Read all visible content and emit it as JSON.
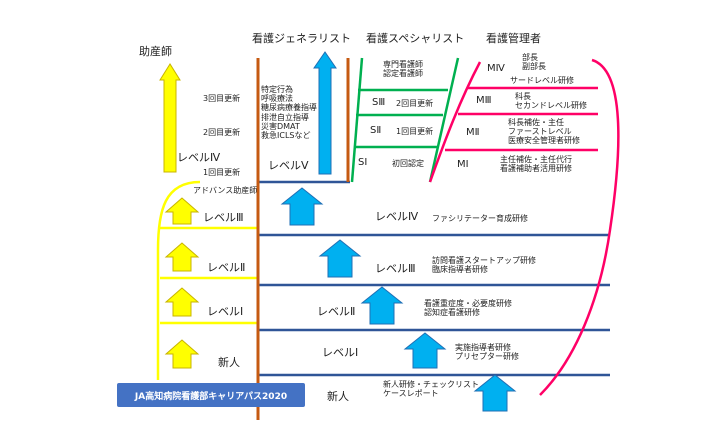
{
  "headers": {
    "midwife": "助産師",
    "generalist": "看護ジェネラリスト",
    "specialist": "看護スペシャリスト",
    "manager": "看護管理者"
  },
  "midwife": {
    "renewal_3": "3回目更新",
    "renewal_2": "2回目更新",
    "renewal_1": "1回目更新",
    "level4": "レベルⅣ",
    "advanced": "アドバンス助産師",
    "level3": "レベルⅢ",
    "level2": "レベルⅡ",
    "level1": "レベルⅠ",
    "new": "新人"
  },
  "generalist": {
    "skills": [
      "特定行為",
      "呼吸療法",
      "糖尿病療養指導",
      "排泄自立指導",
      "災害DMAT",
      "救急ICLSなど"
    ],
    "level5": "レベルⅤ",
    "level4": "レベルⅣ",
    "level4_training": "ファシリテーター育成研修",
    "level3": "レベルⅢ",
    "level3_training": [
      "訪問看護スタートアップ研修",
      "臨床指導者研修"
    ],
    "level2": "レベルⅡ",
    "level2_training": [
      "看護重症度・必要度研修",
      "認知症看護研修"
    ],
    "level1": "レベルⅠ",
    "level1_training": [
      "実施指導者研修",
      "プリセプター研修"
    ],
    "new": "新人",
    "new_training": [
      "新人研修・チェックリスト",
      "ケースレポート"
    ]
  },
  "specialist": {
    "certified": [
      "専門看護師",
      "認定看護師"
    ],
    "s3": "SⅢ",
    "s3_renewal": "2回目更新",
    "s2": "SⅡ",
    "s2_renewal": "1回目更新",
    "s1": "SⅠ",
    "s1_cert": "初回認定"
  },
  "manager": {
    "m4": "MⅣ",
    "m4_roles": [
      "部長",
      "副部長"
    ],
    "m4_training": "サードレベル研修",
    "m3": "MⅢ",
    "m3_roles": [
      "科長",
      "セカンドレベル研修"
    ],
    "m2": "MⅡ",
    "m2_roles": [
      "科長補佐・主任",
      "ファーストレベル",
      "医療安全管理者研修"
    ],
    "m1": "MⅠ",
    "m1_roles": [
      "主任補佐・主任代行",
      "看護補助者活用研修"
    ]
  },
  "banner": "JA高知病院看護部キャリアパス2020",
  "colors": {
    "yellow": "#ffff00",
    "yellow_outline": "#c8b400",
    "blue": "#00b0f0",
    "blue_outline": "#1f6fb5",
    "line_blue": "#2f5597",
    "trunk_brown": "#c55a11",
    "green": "#00b050",
    "magenta": "#ff0066",
    "banner": "#4472c4"
  },
  "icons": {
    "yellow_arrows": "up-arrow-icon",
    "blue_arrows": "up-arrow-icon"
  }
}
